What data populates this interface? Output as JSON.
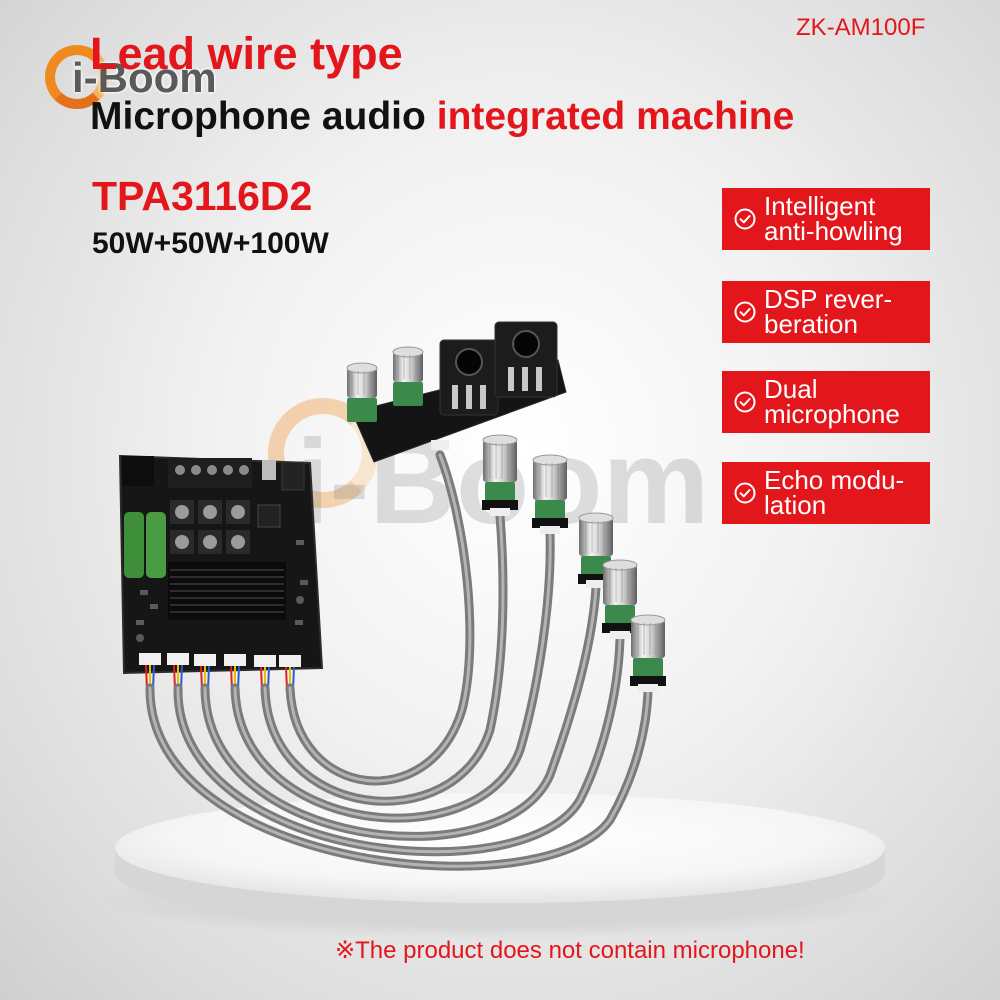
{
  "logo": {
    "text": "i-Boom"
  },
  "model": "ZK-AM100F",
  "headline": {
    "line1": "Lead wire type",
    "line2_dark": "Microphone audio",
    "line2_red": "integrated machine"
  },
  "chip": "TPA3116D2",
  "power": "50W+50W+100W",
  "features": [
    {
      "lines": [
        "Intelligent",
        "anti-howling"
      ],
      "icon": "check-circle-icon"
    },
    {
      "lines": [
        "DSP rever-",
        "beration"
      ],
      "icon": "check-circle-icon"
    },
    {
      "lines": [
        "Dual",
        "microphone"
      ],
      "icon": "check-circle-icon"
    },
    {
      "lines": [
        "Echo modu-",
        "lation"
      ],
      "icon": "check-circle-icon"
    }
  ],
  "watermark": "i-Boom",
  "disclaimer": "※The product does not contain microphone!",
  "colors": {
    "accent_red": "#e3161c",
    "logo_orange": "#f08a1e",
    "text_dark": "#111111",
    "background": "#e6e6e6"
  }
}
